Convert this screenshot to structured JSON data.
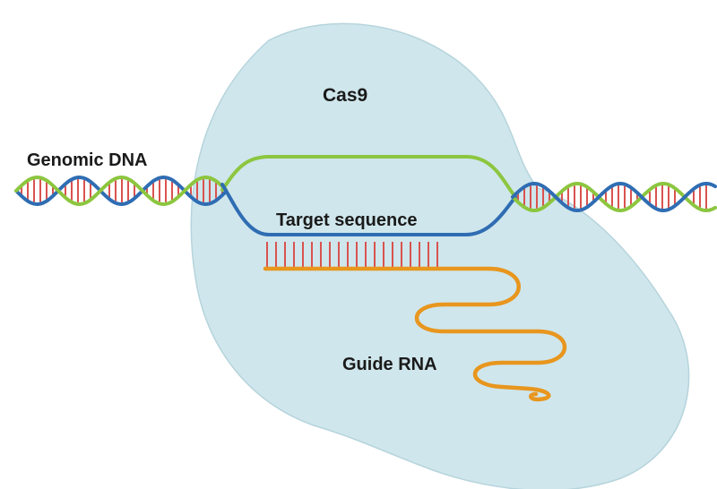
{
  "labels": {
    "protein": "Cas9",
    "genomic_dna": "Genomic DNA",
    "target_sequence": "Target sequence",
    "guide_rna": "Guide RNA"
  },
  "colors": {
    "cas9_fill": "#cfe6ec",
    "cas9_stroke": "#b6d4dc",
    "strand_blue": "#2f6db3",
    "strand_green": "#8cc63f",
    "base_pair_red": "#d9534f",
    "guide_rna_orange": "#e8961e"
  }
}
